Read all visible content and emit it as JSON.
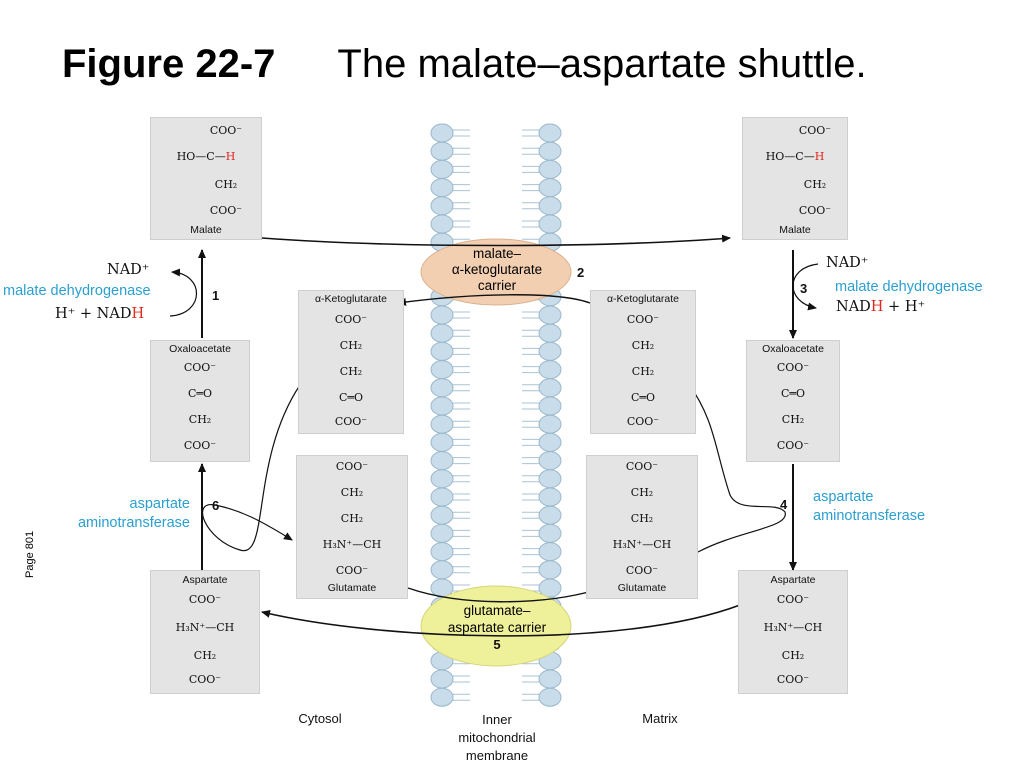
{
  "title": {
    "figure": "Figure 22-7",
    "caption": "The malate–aspartate shuttle."
  },
  "page_label": "Page 801",
  "molecules": {
    "malate": {
      "name": "Malate",
      "lines": [
        "COO⁻",
        "HO—C—H",
        "CH₂",
        "COO⁻"
      ]
    },
    "oxaloacetate": {
      "name": "Oxaloacetate",
      "lines": [
        "COO⁻",
        "C═O",
        "CH₂",
        "COO⁻"
      ]
    },
    "aspartate": {
      "name": "Aspartate",
      "lines": [
        "COO⁻",
        "H₃N⁺—CH",
        "CH₂",
        "COO⁻"
      ]
    },
    "ketoglutarate": {
      "name": "α-Ketoglutarate",
      "lines": [
        "COO⁻",
        "CH₂",
        "CH₂",
        "C═O",
        "COO⁻"
      ]
    },
    "glutamate": {
      "name": "Glutamate",
      "lines": [
        "COO⁻",
        "CH₂",
        "CH₂",
        "H₃N⁺—CH",
        "COO⁻"
      ]
    }
  },
  "carriers": {
    "malate_carrier": {
      "line1": "malate–",
      "line2": "α-ketoglutarate",
      "line3": "carrier",
      "number": "2"
    },
    "glutamate_carrier": {
      "line1": "glutamate–",
      "line2": "aspartate carrier",
      "number": "5"
    }
  },
  "steps": {
    "s1": {
      "number": "1",
      "enzyme": "malate dehydrogenase",
      "top": "NAD⁺",
      "bottom_a": "H⁺ + NAD",
      "bottom_b": "H"
    },
    "s3": {
      "number": "3",
      "enzyme": "malate dehydrogenase",
      "top": "NAD⁺",
      "bottom_a": "NAD",
      "bottom_b": "H",
      "bottom_c": " + H⁺"
    },
    "s4": {
      "number": "4",
      "enzyme_a": "aspartate",
      "enzyme_b": "aminotransferase"
    },
    "s6": {
      "number": "6",
      "enzyme_a": "aspartate",
      "enzyme_b": "aminotransferase"
    }
  },
  "locations": {
    "cytosol": "Cytosol",
    "membrane_a": "Inner",
    "membrane_b": "mitochondrial",
    "membrane_c": "membrane",
    "matrix": "Matrix"
  },
  "colors": {
    "enzyme": "#2b9fd0",
    "highlight": "#e0281e",
    "membrane": "#c8dcea",
    "carrier1": "#f3cfb2",
    "carrier2": "#eef09a",
    "box": "#e4e4e4"
  }
}
